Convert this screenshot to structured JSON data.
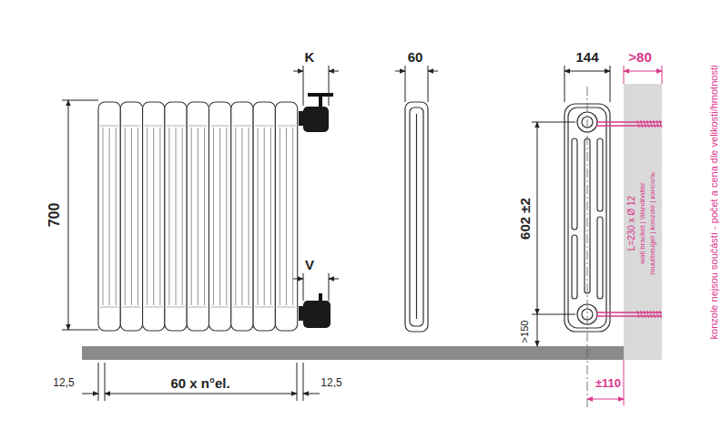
{
  "diagram": {
    "labels": [
      "K",
      "60",
      "144",
      ">80",
      "700",
      "V",
      "602 ±2",
      ">150",
      "12,5",
      "60 x n°el.",
      "12,5",
      "±110",
      "L=230 x Ø 12",
      "wall bracket | Wandhalter",
      "muurbeugel | konzole | консоль",
      "konzole nejsou součástí - počet a cena dle velikosti/hmotnosti"
    ]
  }
}
